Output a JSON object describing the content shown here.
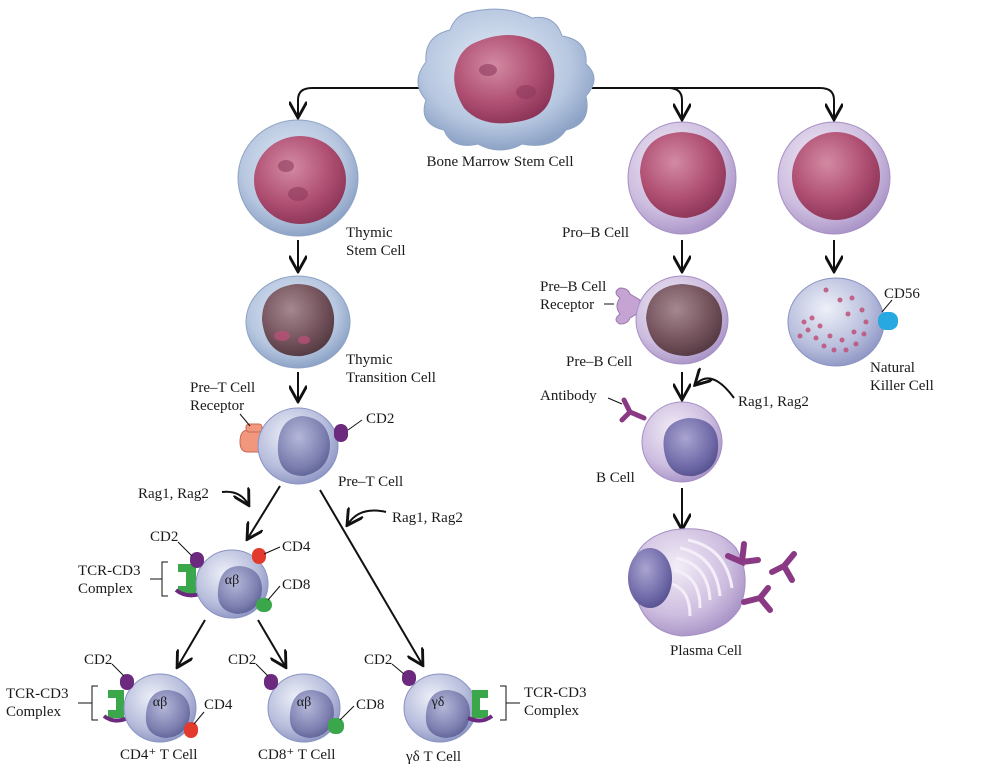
{
  "cells": {
    "bone_marrow": "Bone Marrow Stem Cell",
    "thymic_stem_1": "Thymic",
    "thymic_stem_2": "Stem Cell",
    "thymic_trans_1": "Thymic",
    "thymic_trans_2": "Transition Cell",
    "pre_t": "Pre–T Cell",
    "pro_b": "Pro–B Cell",
    "pre_b": "Pre–B Cell",
    "b_cell": "B Cell",
    "plasma": "Plasma Cell",
    "nk_1": "Natural",
    "nk_2": "Killer Cell",
    "cd4_t": "CD4⁺ T Cell",
    "cd8_t": "CD8⁺ T Cell",
    "gd_t": "γδ T Cell"
  },
  "labels": {
    "pre_t_receptor_1": "Pre–T Cell",
    "pre_t_receptor_2": "Receptor",
    "pre_b_receptor_1": "Pre–B Cell",
    "pre_b_receptor_2": "Receptor",
    "antibody": "Antibody",
    "rag": "Rag1, Rag2",
    "cd2": "CD2",
    "cd4": "CD4",
    "cd8": "CD8",
    "cd56": "CD56",
    "tcr_1": "TCR-CD3",
    "tcr_2": "Complex",
    "alpha_beta": "αβ",
    "gamma_delta": "γδ"
  },
  "colors": {
    "stem_body": "#b9c8e0",
    "nucleus": "#b05070",
    "t_body": "#b0b8d8",
    "t_nucleus": "#7d80b0",
    "b_body": "#c8b8dc",
    "cd2": "#6b2a7e",
    "cd4": "#e23a2c",
    "cd8_tcr": "#3aa84a",
    "pre_t_receptor": "#f0977e",
    "cd56": "#28a8e0",
    "antibody": "#8a3a84"
  }
}
